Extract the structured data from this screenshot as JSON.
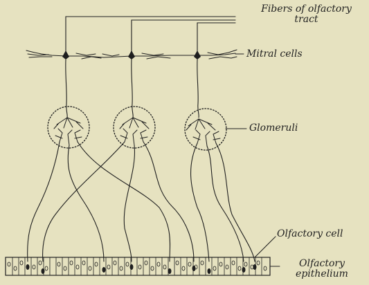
{
  "diagram": {
    "labels": {
      "fibers": {
        "line1": "Fibers of olfactory",
        "line2": "tract"
      },
      "mitral": "Mitral cells",
      "glomeruli": "Glomeruli",
      "olfactory_cell": "Olfactory cell",
      "epithelium": {
        "line1": "Olfactory",
        "line2": "epithelium"
      }
    },
    "colors": {
      "background": "#e6e2c0",
      "ink": "#1f1f1f"
    }
  }
}
